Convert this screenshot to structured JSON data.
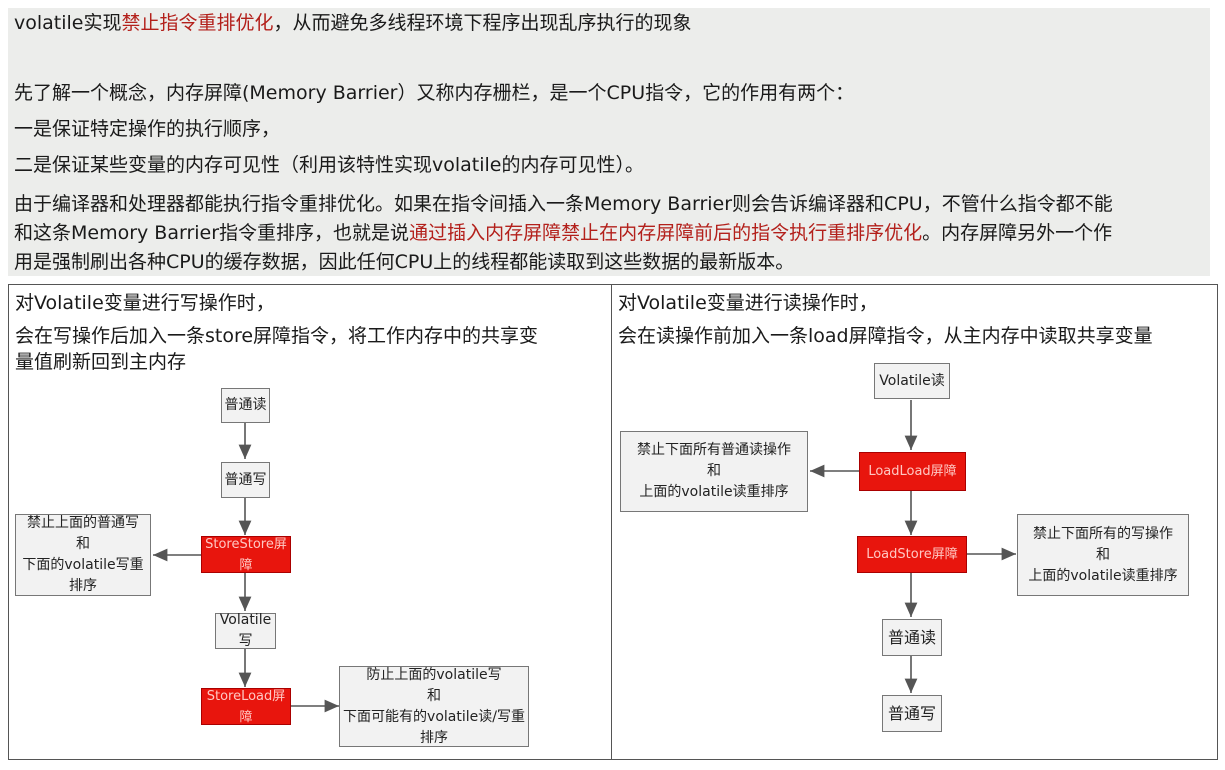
{
  "intro": {
    "line1_a": "volatile实现",
    "line1_red": "禁止指令重排优化",
    "line1_b": "，从而避免多线程环境下程序出现乱序执行的现象",
    "line2": "先了解一个概念，内存屏障(Memory Barrier）又称内存栅栏，是一个CPU指令，它的作用有两个：",
    "line3": "一是保证特定操作的执行顺序，",
    "line4": "二是保证某些变量的内存可见性（利用该特性实现volatile的内存可见性）。",
    "line5": "由于编译器和处理器都能执行指令重排优化。如果在指令间插入一条Memory Barrier则会告诉编译器和CPU，不管什么指令都不能",
    "line6_a": "和这条Memory Barrier指令重排序，也就是说",
    "line6_red": "通过插入内存屏障禁止在内存屏障前后的指令执行重排序优化",
    "line6_b": "。内存屏障另外一个作",
    "line7": "用是强制刷出各种CPU的缓存数据，因此任何CPU上的线程都能读取到这些数据的最新版本。"
  },
  "write_panel": {
    "heading": "对Volatile变量进行写操作时，",
    "desc1": "会在写操作后加入一条store屏障指令，将工作内存中的共享变",
    "desc2": "量值刷新回到主内存",
    "nodes": {
      "normal_read": "普通读",
      "normal_write": "普通写",
      "storestore": "StoreStore屏障",
      "volatile_write": "Volatile写",
      "storeload": "StoreLoad屏障"
    },
    "notes": {
      "storestore_1": "禁止上面的普通写",
      "storestore_2": "和",
      "storestore_3": "下面的volatile写重排序",
      "storeload_1": "防止上面的volatile写",
      "storeload_2": "和",
      "storeload_3": "下面可能有的volatile读/写重排序"
    }
  },
  "read_panel": {
    "heading": "对Volatile变量进行读操作时，",
    "desc1": "会在读操作前加入一条load屏障指令，从主内存中读取共享变量",
    "nodes": {
      "volatile_read": "Volatile读",
      "loadload": "LoadLoad屏障",
      "loadstore": "LoadStore屏障",
      "normal_read": "普通读",
      "normal_write": "普通写"
    },
    "notes": {
      "loadload_1": "禁止下面所有普通读操作",
      "loadload_2": "和",
      "loadload_3": "上面的volatile读重排序",
      "loadstore_1": "禁止下面所有的写操作",
      "loadstore_2": "和",
      "loadstore_3": "上面的volatile读重排序"
    }
  },
  "colors": {
    "barrier_red": "#e8150d",
    "highlight_text": "#b3201b",
    "box_gray": "#f2f2f2"
  }
}
